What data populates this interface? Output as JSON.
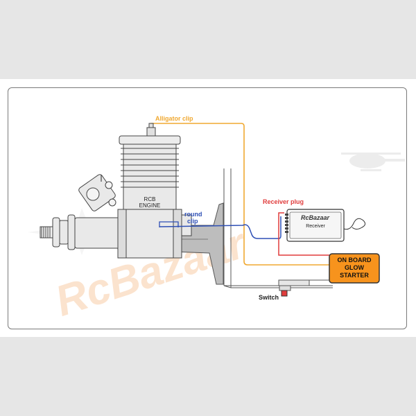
{
  "labels": {
    "alligator_clip": "Alligator clip",
    "receiver_plug": "Receiver plug",
    "round_clip_line1": "round",
    "round_clip_line2": "clip",
    "engine_line1": "RCB",
    "engine_line2": "ENGINE",
    "receiver": "Receiver",
    "receiver_brand": "RcBazaar",
    "starter_line1": "ON BOARD",
    "starter_line2": "GLOW",
    "starter_line3": "STARTER",
    "switch": "Switch"
  },
  "watermark": {
    "text": "RcBazaar"
  },
  "colors": {
    "alligator_wire": "#f0a830",
    "receiver_wire": "#e03c3c",
    "round_clip_wire": "#2e4fb5",
    "starter_fill": "#f7931d",
    "engine_fill": "#e9e9e9",
    "mount_fill": "#bdbdbd",
    "watermark": "#fbe0c9",
    "outline": "#333333"
  }
}
